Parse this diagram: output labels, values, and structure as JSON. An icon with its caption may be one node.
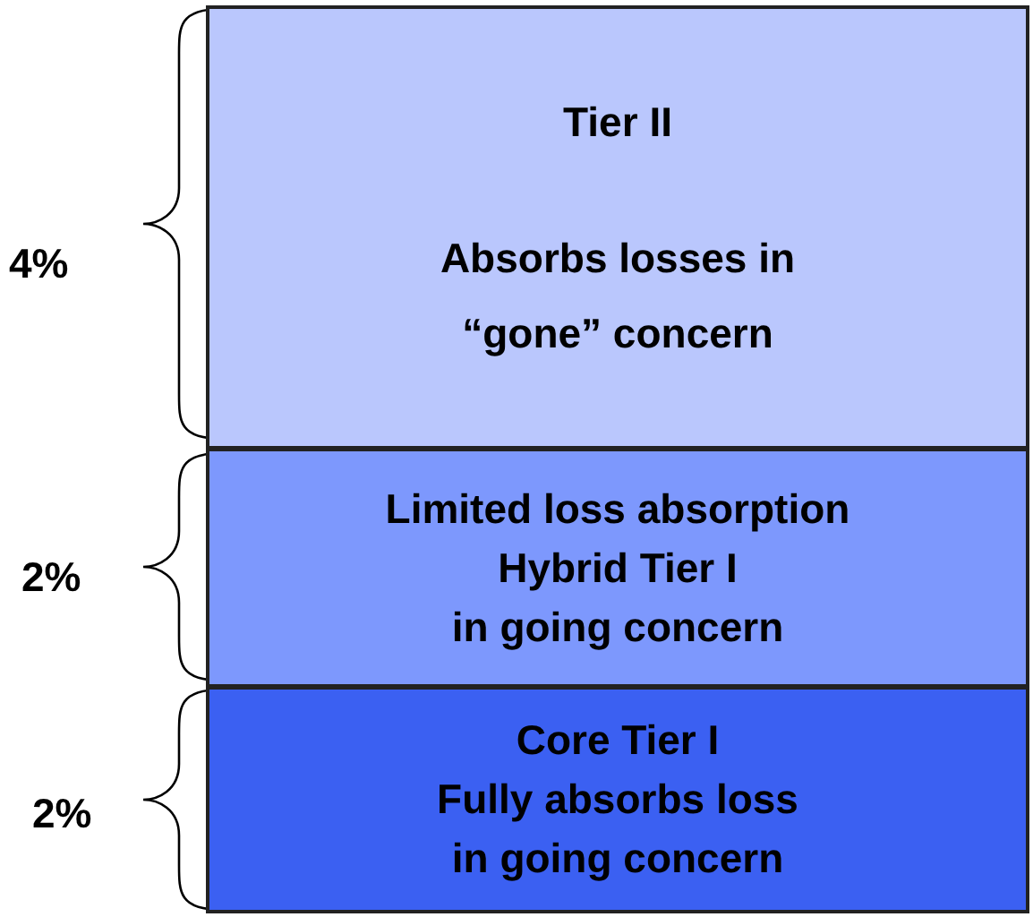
{
  "diagram": {
    "nodes": [
      {
        "text": [
          "Tier II",
          "Absorbs losses in “gone” concern"
        ]
      },
      {
        "text": [
          "Limited loss absorption",
          "Hybrid Tier I",
          "in going concern"
        ]
      },
      {
        "text": [
          "Core Tier I",
          "Fully absorbs loss",
          "in going concern"
        ]
      }
    ],
    "labels": [
      "4%",
      "2%",
      "2%"
    ]
  }
}
